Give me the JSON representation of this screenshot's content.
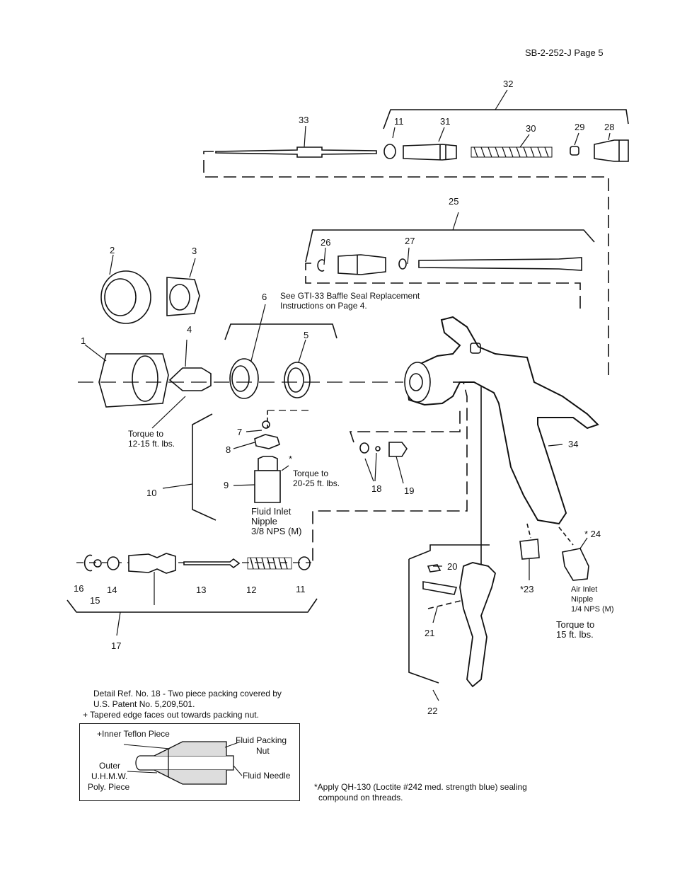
{
  "header": {
    "page_ref": "SB-2-252-J   Page 5"
  },
  "part_numbers": {
    "p1": "1",
    "p2": "2",
    "p3": "3",
    "p4": "4",
    "p5": "5",
    "p6": "6",
    "p7": "7",
    "p8": "8",
    "p9": "9",
    "p10": "10",
    "p11a": "11",
    "p11b": "11",
    "p12": "12",
    "p13": "13",
    "p14": "14",
    "p15": "15",
    "p16": "16",
    "p17": "17",
    "p18": "18",
    "p19": "19",
    "p20": "20",
    "p21": "21",
    "p22": "22",
    "p23": "*23",
    "p24": "* 24",
    "p25": "25",
    "p26": "26",
    "p27": "27",
    "p28": "28",
    "p29": "29",
    "p30": "30",
    "p31": "31",
    "p32": "32",
    "p33": "33",
    "p34": "34",
    "star9": "*"
  },
  "callouts": {
    "torque_4": [
      "Torque to",
      "12-15 ft. lbs."
    ],
    "torque_9": [
      "Torque to",
      "20-25 ft. lbs."
    ],
    "fluid_inlet": [
      "Fluid Inlet",
      "Nipple",
      "3/8 NPS (M)"
    ],
    "air_inlet": [
      "Air Inlet",
      "Nipple",
      "1/4 NPS (M)"
    ],
    "torque_24": [
      "Torque to",
      "15 ft. lbs."
    ],
    "gti_note": [
      "See GTI-33 Baffle Seal Replacement",
      "Instructions on Page 4."
    ]
  },
  "detail_note": {
    "line1": "Detail  Ref. No. 18 - Two piece packing covered by",
    "line2": "U.S.  Patent  No.  5,209,501.",
    "line3": "+  Tapered edge faces out towards packing nut."
  },
  "detail_box": {
    "inner": "+Inner Teflon Piece",
    "outer": [
      "Outer",
      "U.H.M.W.",
      "Poly. Piece"
    ],
    "packing_nut": [
      "Fluid Packing",
      "Nut"
    ],
    "needle": "Fluid Needle"
  },
  "footnote": {
    "line1": "*Apply  QH-130  (Loctite  #242  med.  strength  blue)  sealing",
    "line2": "compound on threads."
  }
}
